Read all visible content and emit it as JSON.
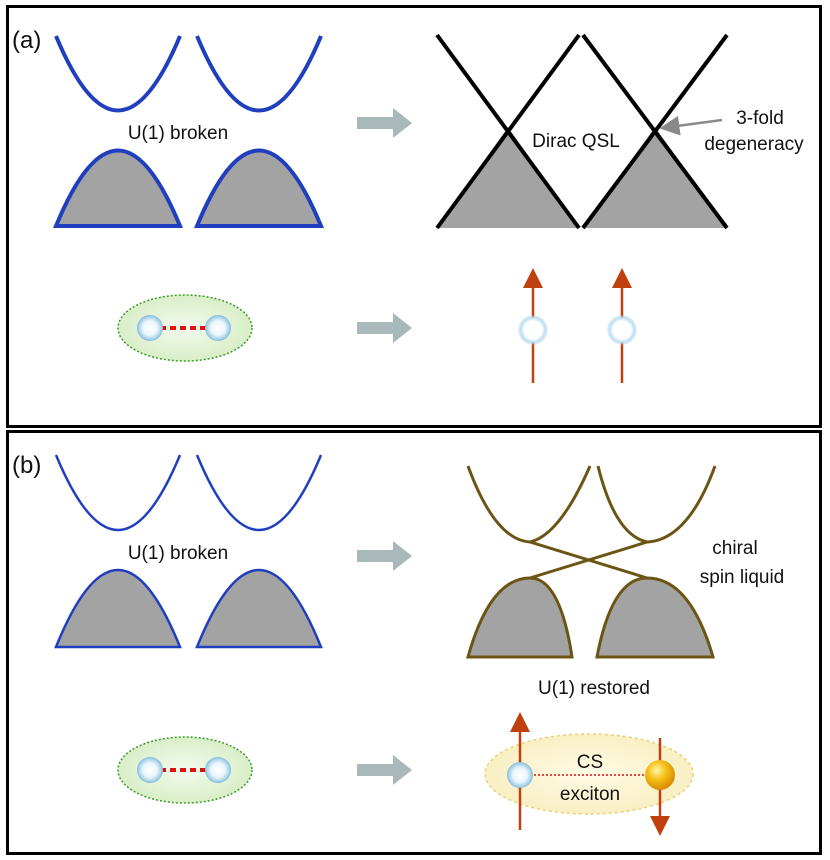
{
  "panel_a": {
    "tag": "(a)",
    "left_label": "U(1) broken",
    "right_label": "Dirac QSL",
    "annotation_line1": "3-fold",
    "annotation_line2": "degeneracy"
  },
  "panel_b": {
    "tag": "(b)",
    "left_label": "U(1) broken",
    "right_label_line1": "chiral",
    "right_label_line2": "spin liquid",
    "bottom_label": "U(1) restored",
    "exciton_line1": "CS",
    "exciton_line2": "exciton"
  },
  "colors": {
    "band_blue": "#1f3fbf",
    "band_olive": "#6b5414",
    "filled_band": "#a3a3a3",
    "arrow_gray": "#a9b8b8",
    "spin_arrow": "#c0400f",
    "bond_red": "#e01010",
    "ellipse_green": "#e4f3d6"
  }
}
